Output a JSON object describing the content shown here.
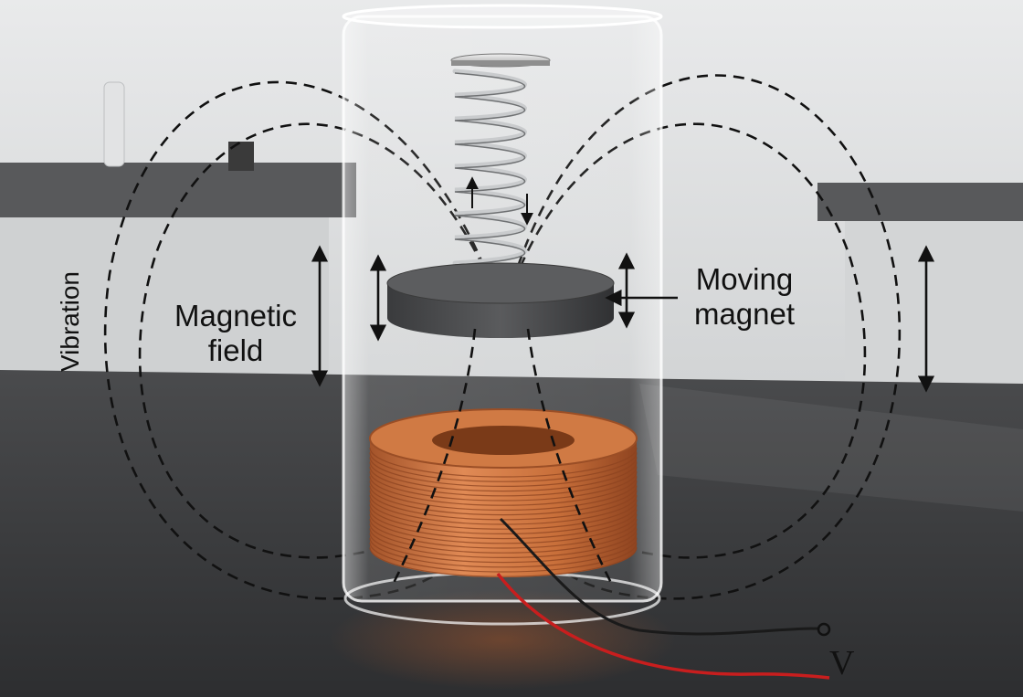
{
  "labels": {
    "magnetic_field": [
      "Magnetic",
      "field"
    ],
    "moving_magnet": [
      "Moving",
      "magnet"
    ],
    "vibration": "Vibration",
    "voltage": "V"
  },
  "colors": {
    "background": "#d9dadb",
    "table": "#3a3b3d",
    "field_lines": "#111111",
    "magnet": "#48494b",
    "copper": "#c8703c",
    "wire_red": "#c81e1e",
    "wire_black": "#1a1a1a",
    "glass": "#ffffff"
  },
  "icons": {
    "vibration_arrow": "double-vertical-arrow-icon",
    "terminal": "circle-terminal-icon"
  }
}
